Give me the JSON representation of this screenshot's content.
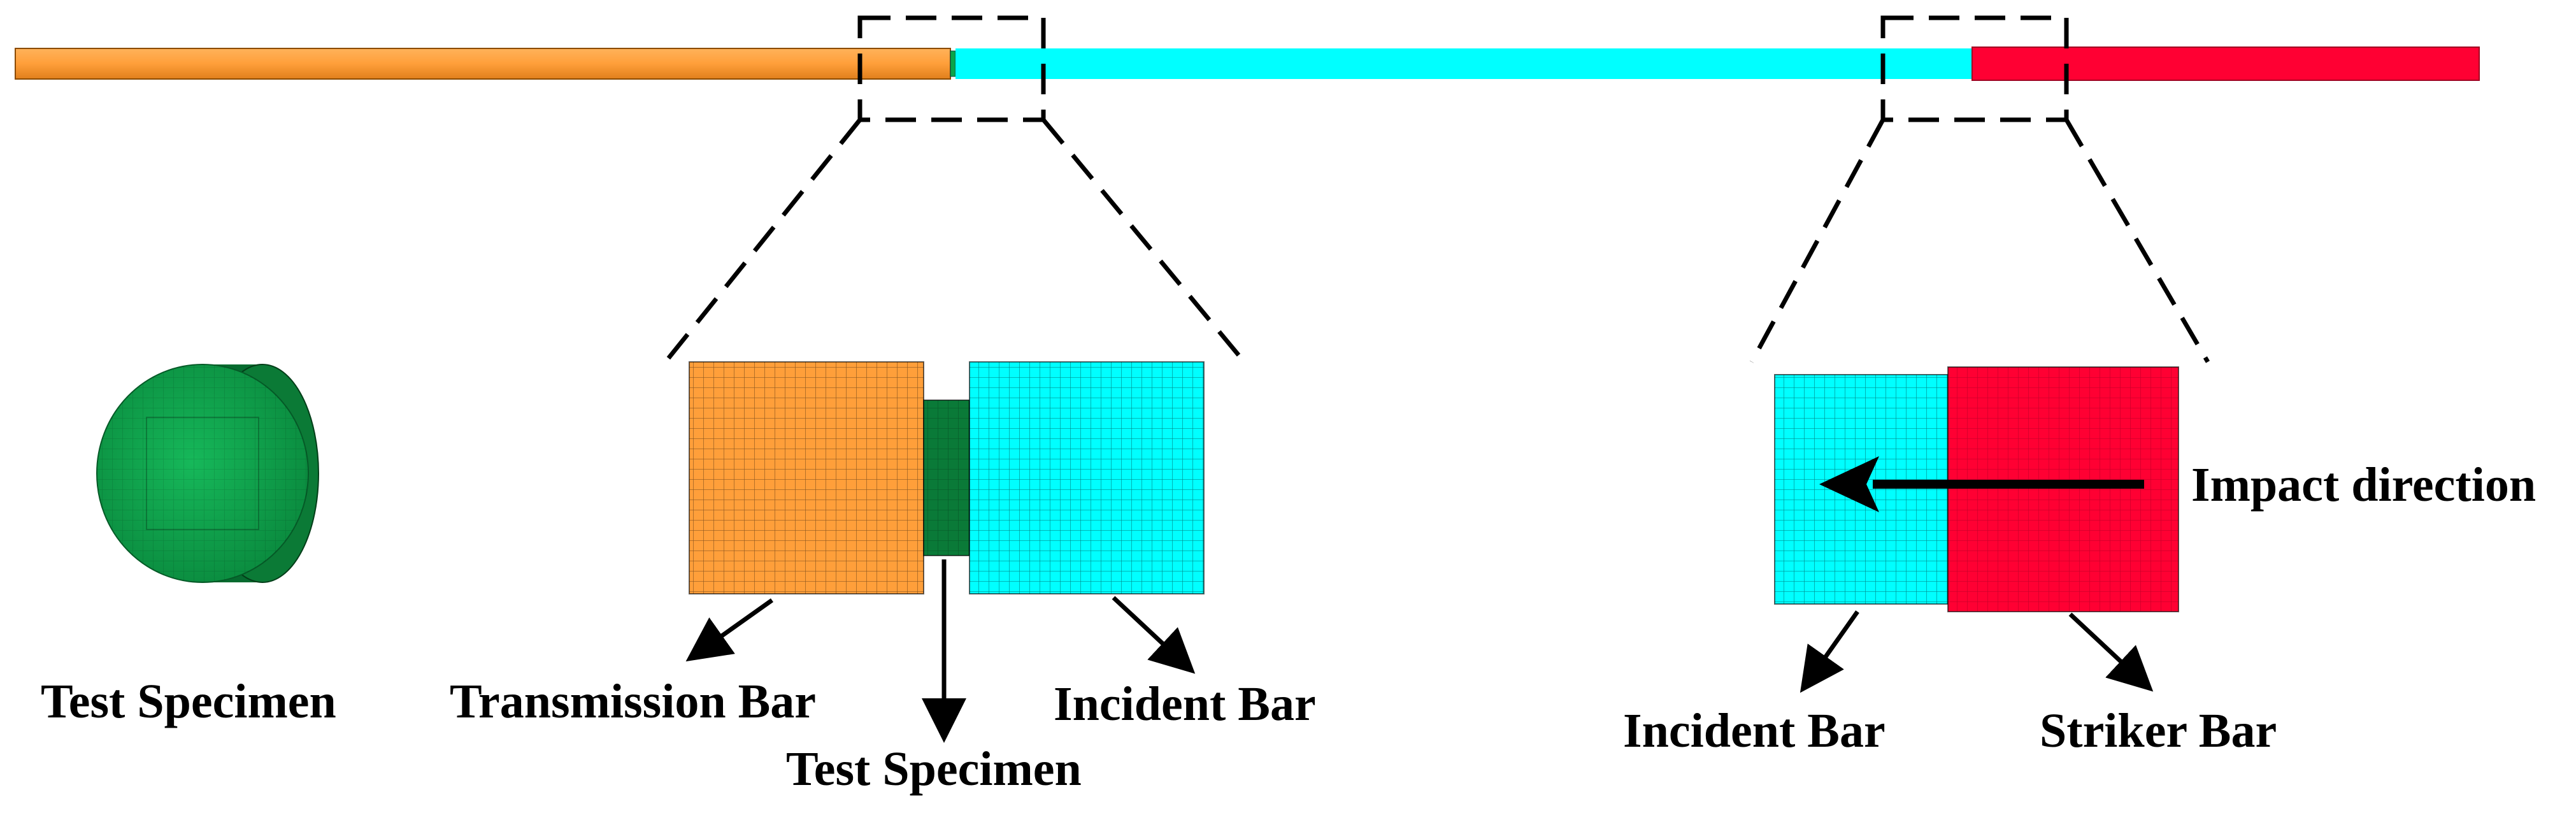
{
  "colors": {
    "transmission_bar": "#ff9f3a",
    "incident_bar": "#00ffff",
    "striker_bar": "#ff0033",
    "specimen": "#0aa44a",
    "specimen_dark": "#066b2f"
  },
  "labels": {
    "left_specimen": "Test Specimen",
    "transmission_bar": "Transmission Bar",
    "mid_specimen": "Test Specimen",
    "incident_bar_left": "Incident Bar",
    "incident_bar_right": "Incident Bar",
    "striker_bar": "Striker Bar",
    "impact_direction": "Impact direction"
  }
}
